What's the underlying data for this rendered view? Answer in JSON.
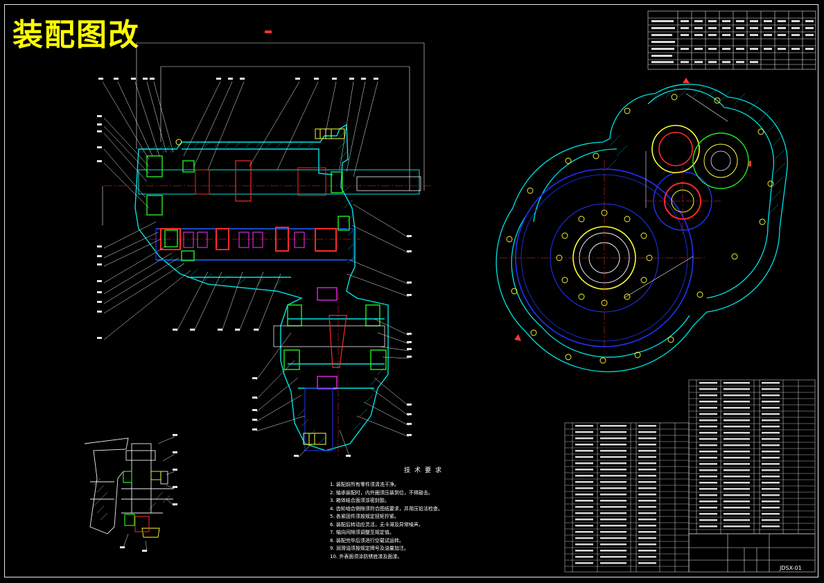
{
  "title": "装配图改",
  "technical_requirements": {
    "heading": "技术要求",
    "items": [
      "1. 装配前所有零件须清洗干净。",
      "2. 轴承装配时，内外圈须压装到位，不得敲击。",
      "3. 箱体结合面须涂密封胶。",
      "4. 齿轮啮合侧隙须符合图纸要求，并用压铅法检查。",
      "5. 各紧固件须按规定扭矩拧紧。",
      "6. 装配后转动应灵活，无卡滞及异常噪声。",
      "7. 轴向间隙须调整至规定值。",
      "8. 装配完毕后须进行空载试运转。",
      "9. 润滑油须按规定牌号及油量加注。",
      "10. 外表面须涂防锈底漆及面漆。"
    ]
  },
  "drawing_number": "JDSX-01",
  "colors": {
    "housing": "#00e5e5",
    "gear_red": "#ff2a2a",
    "gear_green": "#22ee22",
    "bolt_yellow": "#ffff33",
    "magenta": "#ff33ff",
    "blue": "#2233ff",
    "white": "#f0f0f0"
  }
}
